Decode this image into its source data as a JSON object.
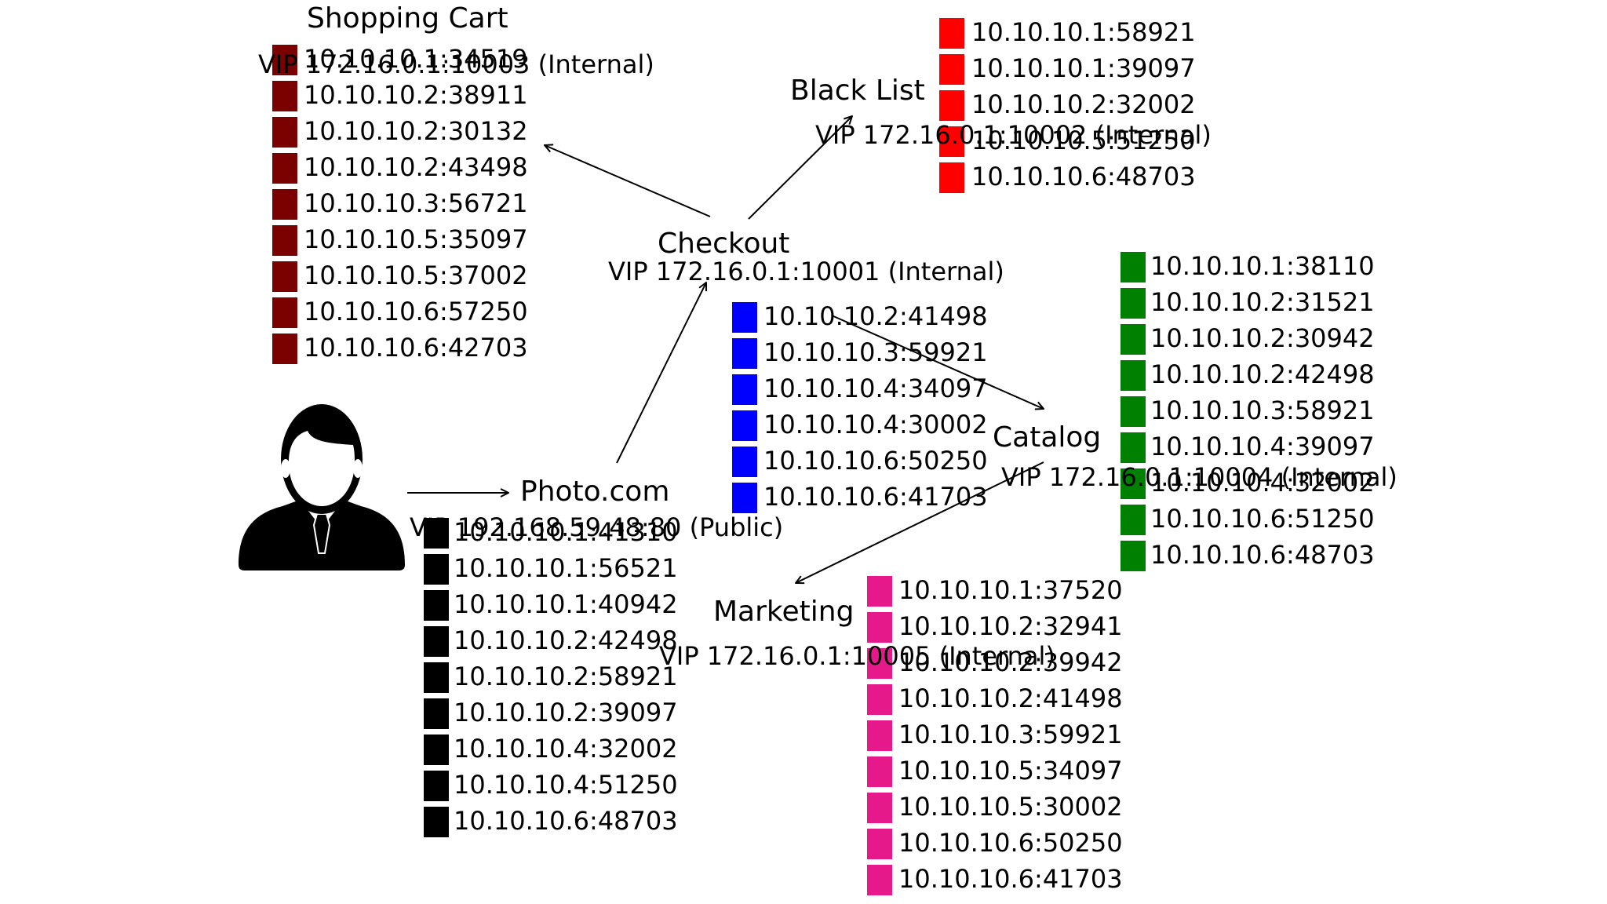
{
  "services": [
    {
      "id": "shopping-cart",
      "title": "Shopping Cart",
      "vip": "VIP 172.16.0.1:10003 (Internal)",
      "color": "#7b0000",
      "endpoints": [
        "10.10.10.1:34519",
        "10.10.10.2:38911",
        "10.10.10.2:30132",
        "10.10.10.2:43498",
        "10.10.10.3:56721",
        "10.10.10.5:35097",
        "10.10.10.5:37002",
        "10.10.10.6:57250",
        "10.10.10.6:42703"
      ]
    },
    {
      "id": "black-list",
      "title": "Black List",
      "vip": "VIP 172.16.0.1:10002 (Internal)",
      "color": "#ff0000",
      "endpoints": [
        "10.10.10.1:58921",
        "10.10.10.1:39097",
        "10.10.10.2:32002",
        "10.10.10.5:51250",
        "10.10.10.6:48703"
      ]
    },
    {
      "id": "checkout",
      "title": "Checkout",
      "vip": "VIP 172.16.0.1:10001 (Internal)",
      "color": "#0000ff",
      "endpoints": [
        "10.10.10.2:41498",
        "10.10.10.3:59921",
        "10.10.10.4:34097",
        "10.10.10.4:30002",
        "10.10.10.6:50250",
        "10.10.10.6:41703"
      ]
    },
    {
      "id": "catalog",
      "title": "Catalog",
      "vip": "VIP 172.16.0.1:10004 (Internal)",
      "color": "#008000",
      "endpoints": [
        "10.10.10.1:38110",
        "10.10.10.2:31521",
        "10.10.10.2:30942",
        "10.10.10.2:42498",
        "10.10.10.3:58921",
        "10.10.10.4:39097",
        "10.10.10.4:32002",
        "10.10.10.6:51250",
        "10.10.10.6:48703"
      ]
    },
    {
      "id": "photo",
      "title": "Photo.com",
      "vip": "VIP 192.168.59.48:80 (Public)",
      "color": "#000000",
      "endpoints": [
        "10.10.10.1:41310",
        "10.10.10.1:56521",
        "10.10.10.1:40942",
        "10.10.10.2:42498",
        "10.10.10.2:58921",
        "10.10.10.2:39097",
        "10.10.10.4:32002",
        "10.10.10.4:51250",
        "10.10.10.6:48703"
      ]
    },
    {
      "id": "marketing",
      "title": "Marketing",
      "vip": "VIP 172.16.0.1:10005 (Internal)",
      "color": "#e6198a",
      "endpoints": [
        "10.10.10.1:37520",
        "10.10.10.2:32941",
        "10.10.10.2:39942",
        "10.10.10.2:41498",
        "10.10.10.3:59921",
        "10.10.10.5:34097",
        "10.10.10.5:30002",
        "10.10.10.6:50250",
        "10.10.10.6:41703"
      ]
    }
  ],
  "user_icon": "user-avatar-icon"
}
